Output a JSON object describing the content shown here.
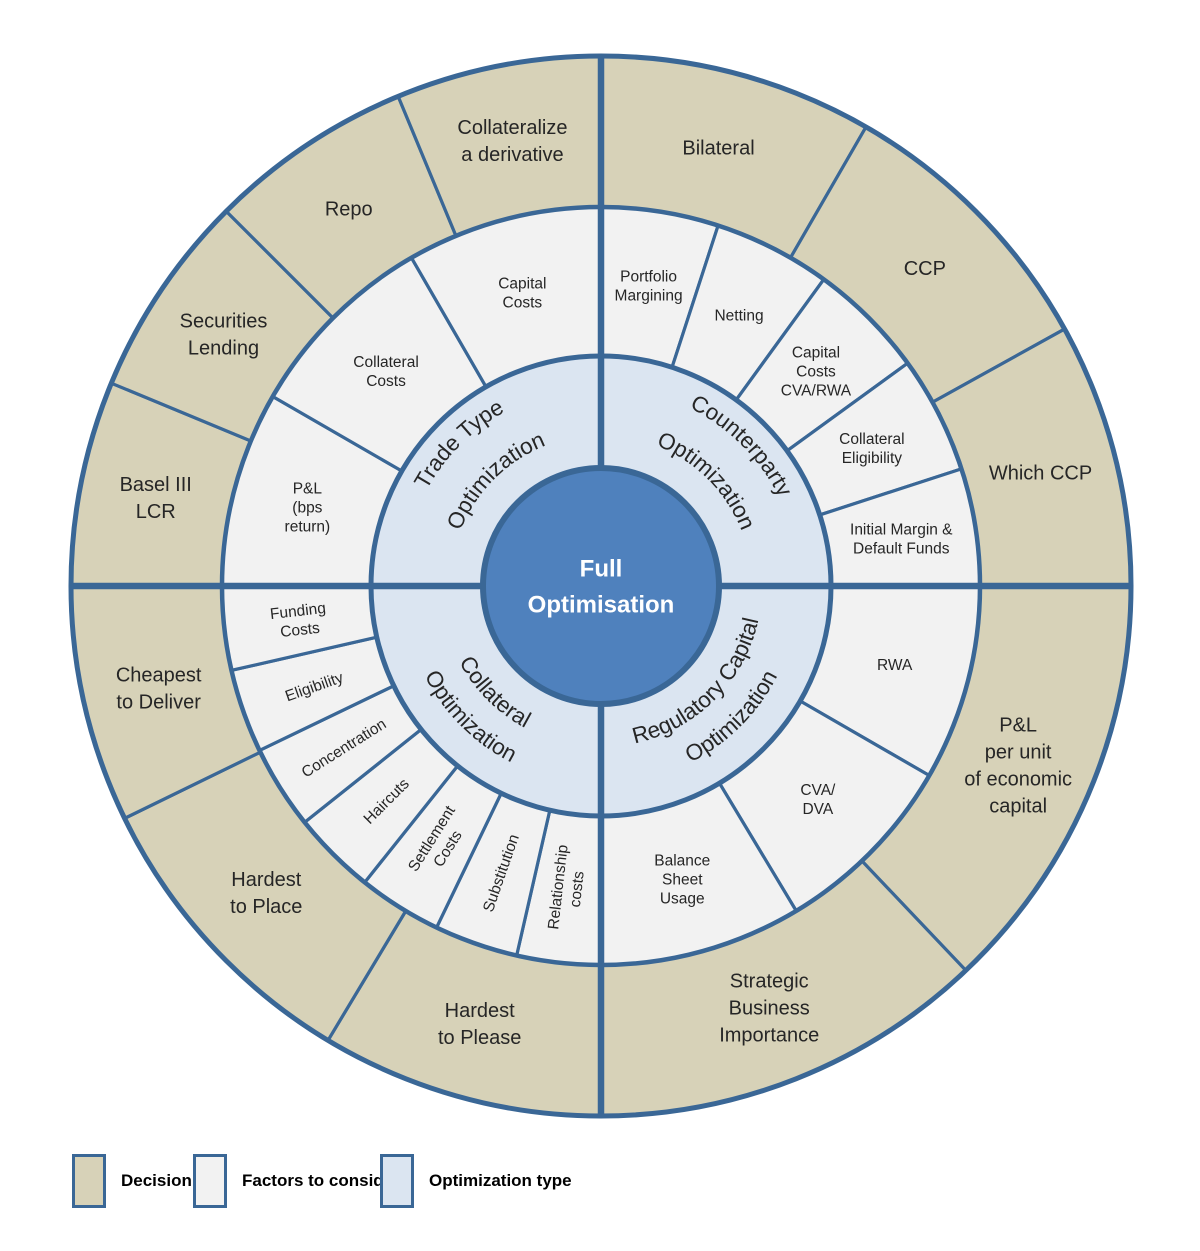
{
  "colors": {
    "decision_fill": "#d7d2b8",
    "factor_fill": "#f2f2f2",
    "optimization_fill": "#dbe5f1",
    "core_fill": "#4f81bd",
    "line": "#3a6796",
    "text": "#262626",
    "center_text": "#ffffff"
  },
  "center_label": {
    "lines": [
      "Full",
      "Optimisation"
    ]
  },
  "legend": {
    "items": [
      {
        "label": "Decision",
        "color_key": "decision_fill"
      },
      {
        "label": "Factors to consider",
        "color_key": "factor_fill"
      },
      {
        "label": "Optimization type",
        "color_key": "optimization_fill"
      }
    ]
  },
  "wheel": {
    "quadrants": [
      {
        "id": "counterparty-optimization",
        "label_lines": [
          "Counterparty",
          "Optimization"
        ],
        "start": 0,
        "end": 90,
        "factors": [
          {
            "lines": [
              "Portfolio",
              "Margining"
            ],
            "start": 0,
            "end": 18,
            "orient": "horizontal"
          },
          {
            "lines": [
              "Netting"
            ],
            "start": 18,
            "end": 36,
            "orient": "horizontal"
          },
          {
            "lines": [
              "Capital",
              "Costs",
              "CVA/RWA"
            ],
            "start": 36,
            "end": 54,
            "orient": "horizontal"
          },
          {
            "lines": [
              "Collateral",
              "Eligibility"
            ],
            "start": 54,
            "end": 72,
            "orient": "horizontal"
          },
          {
            "lines": [
              "Initial Margin &",
              "Default Funds"
            ],
            "start": 72,
            "end": 90,
            "orient": "horizontal"
          }
        ],
        "decisions": [
          {
            "lines": [
              "Bilateral"
            ],
            "start": 0,
            "end": 30
          },
          {
            "lines": [
              "CCP"
            ],
            "start": 30,
            "end": 61
          },
          {
            "lines": [
              "Which CCP"
            ],
            "start": 61,
            "end": 90
          }
        ]
      },
      {
        "id": "regulatory-capital-optimization",
        "label_lines": [
          "Regulatory Capital",
          "Optimization"
        ],
        "start": 90,
        "end": 180,
        "factors": [
          {
            "lines": [
              "RWA"
            ],
            "start": 90,
            "end": 120,
            "orient": "horizontal"
          },
          {
            "lines": [
              "CVA/",
              "DVA"
            ],
            "start": 120,
            "end": 149,
            "orient": "horizontal"
          },
          {
            "lines": [
              "Balance",
              "Sheet",
              "Usage"
            ],
            "start": 149,
            "end": 180,
            "orient": "horizontal"
          }
        ],
        "decisions": [
          {
            "lines": [
              "P&L",
              "per unit",
              "of economic",
              "capital"
            ],
            "start": 90,
            "end": 136.5
          },
          {
            "lines": [
              "Strategic",
              "Business",
              "Importance"
            ],
            "start": 136.5,
            "end": 180
          }
        ]
      },
      {
        "id": "collateral-optimization",
        "label_lines": [
          "Collateral",
          "Optimization"
        ],
        "start": 180,
        "end": 270,
        "factors": [
          {
            "lines": [
              "Relationship",
              "costs"
            ],
            "start": 180,
            "end": 192.86,
            "orient": "radial"
          },
          {
            "lines": [
              "Substitution"
            ],
            "start": 192.86,
            "end": 205.71,
            "orient": "radial"
          },
          {
            "lines": [
              "Settlement",
              "Costs"
            ],
            "start": 205.71,
            "end": 218.57,
            "orient": "radial"
          },
          {
            "lines": [
              "Haircuts"
            ],
            "start": 218.57,
            "end": 231.43,
            "orient": "radial"
          },
          {
            "lines": [
              "Concentration"
            ],
            "start": 231.43,
            "end": 244.29,
            "orient": "radial"
          },
          {
            "lines": [
              "Eligibility"
            ],
            "start": 244.29,
            "end": 257.14,
            "orient": "radial"
          },
          {
            "lines": [
              "Funding",
              "Costs"
            ],
            "start": 257.14,
            "end": 270,
            "orient": "radial"
          }
        ],
        "decisions": [
          {
            "lines": [
              "Hardest",
              "to Please"
            ],
            "start": 180,
            "end": 211
          },
          {
            "lines": [
              "Hardest",
              "to Place"
            ],
            "start": 211,
            "end": 244
          },
          {
            "lines": [
              "Cheapest",
              "to Deliver"
            ],
            "start": 244,
            "end": 270
          }
        ]
      },
      {
        "id": "trade-type-optimization",
        "label_lines": [
          "Trade Type",
          "Optimization"
        ],
        "start": 270,
        "end": 360,
        "factors": [
          {
            "lines": [
              "P&L",
              "(bps",
              "return)"
            ],
            "start": 270,
            "end": 300,
            "orient": "horizontal"
          },
          {
            "lines": [
              "Collateral",
              "Costs"
            ],
            "start": 300,
            "end": 330,
            "orient": "horizontal"
          },
          {
            "lines": [
              "Capital",
              "Costs"
            ],
            "start": 330,
            "end": 360,
            "orient": "horizontal"
          }
        ],
        "decisions": [
          {
            "lines": [
              "Basel III",
              "LCR"
            ],
            "start": 270,
            "end": 292.5
          },
          {
            "lines": [
              "Securities",
              "Lending"
            ],
            "start": 292.5,
            "end": 315
          },
          {
            "lines": [
              "Repo"
            ],
            "start": 315,
            "end": 337.5
          },
          {
            "lines": [
              "Collateralize",
              "a derivative"
            ],
            "start": 337.5,
            "end": 360
          }
        ]
      }
    ]
  }
}
